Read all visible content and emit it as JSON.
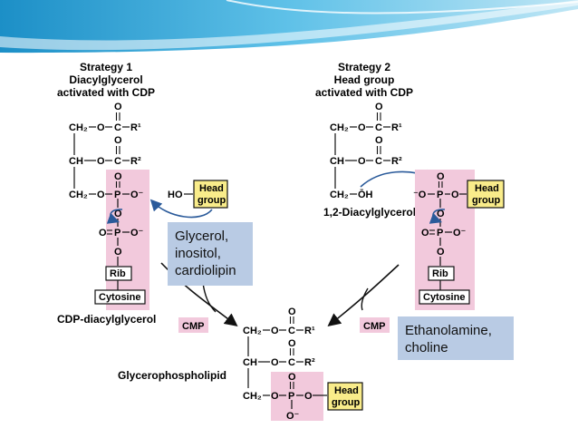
{
  "strategy1": {
    "title": "Strategy 1",
    "line2": "Diacylglycerol",
    "line3": "activated with CDP"
  },
  "strategy2": {
    "title": "Strategy 2",
    "line2": "Head group",
    "line3": "activated with CDP"
  },
  "chem": {
    "ch2": "CH₂",
    "ch": "CH",
    "o": "O",
    "c": "C",
    "p": "P",
    "o_minus": "O⁻",
    "minus_o": "⁻O",
    "r1": "R¹",
    "r2": "R²",
    "ho": "HO",
    "oh": "ŌH",
    "rib": "Rib",
    "cytosine": "Cytosine",
    "cmp": "CMP",
    "head": "Head",
    "group": "group"
  },
  "names": {
    "cdp_dag": "CDP-diacylglycerol",
    "dag": "1,2-Diacylglycerol",
    "glycerophospholipid": "Glycerophospholipid"
  },
  "callouts": {
    "left": [
      "Glycerol,",
      "inositol,",
      "cardiolipin"
    ],
    "right": [
      "Ethanolamine,",
      "choline"
    ]
  },
  "colors": {
    "pink": "#f2c9dc",
    "head_fill": "#f9ec8a",
    "callout_fill": "#b9cbe4",
    "arrow_blue": "#2a5a9a",
    "banner": "#36a6d8"
  }
}
